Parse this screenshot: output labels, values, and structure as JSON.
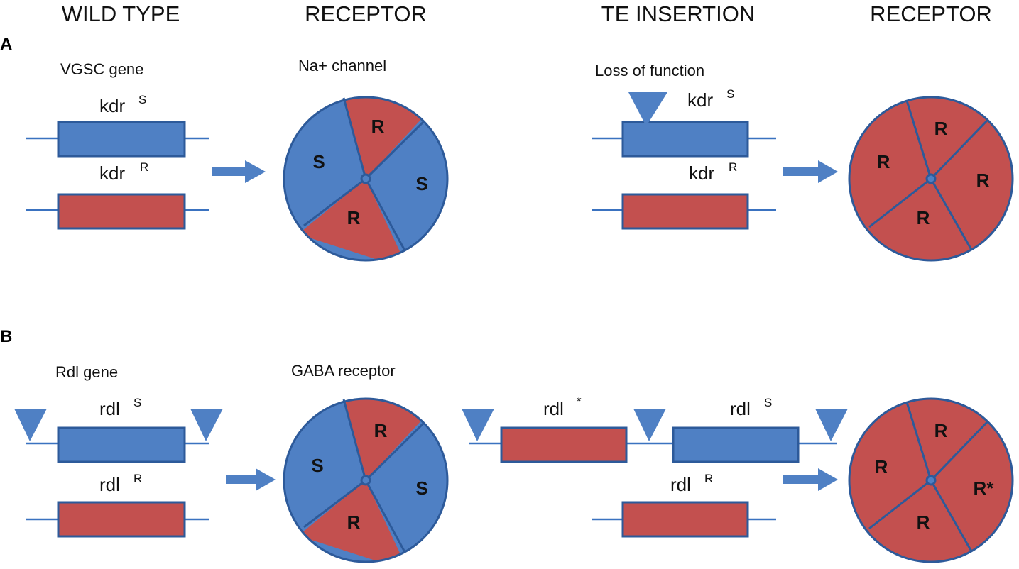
{
  "headers": {
    "wild_type": "WILD TYPE",
    "receptor_1": "RECEPTOR",
    "te_insertion": "TE INSERTION",
    "receptor_2": "RECEPTOR"
  },
  "panel_a": {
    "label": "A",
    "gene_caption": "VGSC gene",
    "receptor_caption": "Na+ channel",
    "te_caption": "Loss of function",
    "kdr_s": {
      "base": "kdr",
      "sup": "S"
    },
    "kdr_r": {
      "base": "kdr",
      "sup": "R"
    },
    "wt_receptor_segments": [
      "R",
      "S",
      "R",
      "S"
    ],
    "te_receptor_segments": [
      "R",
      "R",
      "R",
      "R"
    ]
  },
  "panel_b": {
    "label": "B",
    "gene_caption": "Rdl gene",
    "receptor_caption": "GABA receptor",
    "rdl_s": {
      "base": "rdl",
      "sup": "S"
    },
    "rdl_r": {
      "base": "rdl",
      "sup": "R"
    },
    "rdl_star": {
      "base": "rdl",
      "sup": "*"
    },
    "wt_receptor_segments": [
      "R",
      "S",
      "R",
      "S"
    ],
    "te_receptor_segments": [
      "R",
      "R",
      "R",
      "R*"
    ]
  },
  "colors": {
    "sensitive_blue": "#4f80c4",
    "resistant_red": "#c3504f",
    "outline": "#2d5a9a"
  }
}
